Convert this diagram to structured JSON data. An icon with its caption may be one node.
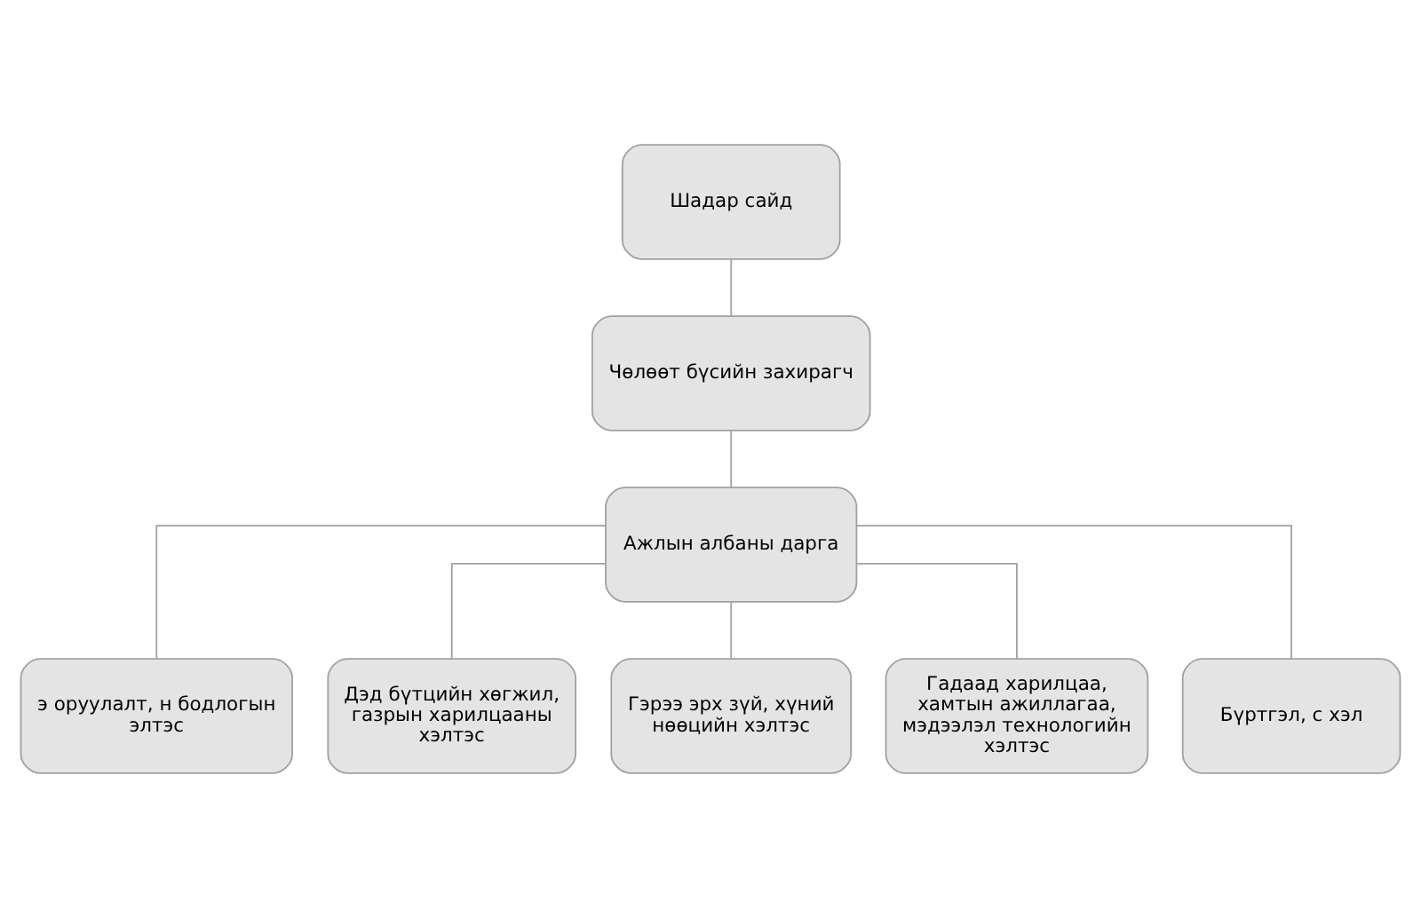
{
  "diagram": {
    "nodes": [
      {
        "text": [
          "Шадар сайд"
        ]
      },
      {
        "text": [
          "Чөлөөт бүсийн захирагч"
        ]
      },
      {
        "text": [
          "Ажлын албаны дарга"
        ]
      },
      {
        "text": [
          "э оруулалт, н бодлогын элтэс"
        ]
      },
      {
        "text": [
          "Дэд бүтцийн хөгжил, газрын харилцааны хэлтэс"
        ]
      },
      {
        "text": [
          "Гэрээ эрх зүй, хүний нөөцийн хэлтэс"
        ]
      },
      {
        "text": [
          "Гадаад харилцаа, хамтын ажиллагаа, мэдээлэл технологийн хэлтэс"
        ]
      },
      {
        "text": [
          "Бүртгэл, с хэл"
        ]
      }
    ],
    "edges": [
      {
        "from": 0,
        "to": 1,
        "arrow": "none"
      },
      {
        "from": 1,
        "to": 2,
        "arrow": "none"
      },
      {
        "from": 2,
        "to": 3,
        "arrow": "none"
      },
      {
        "from": 2,
        "to": 4,
        "arrow": "none"
      },
      {
        "from": 2,
        "to": 5,
        "arrow": "none"
      },
      {
        "from": 2,
        "to": 6,
        "arrow": "none"
      },
      {
        "from": 2,
        "to": 7,
        "arrow": "none"
      }
    ]
  }
}
